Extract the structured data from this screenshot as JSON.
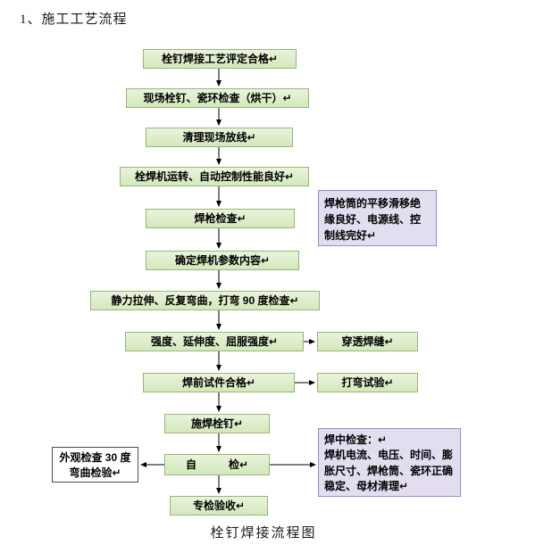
{
  "page": {
    "heading": "1、施工工艺流程",
    "caption": "栓钉焊接流程图"
  },
  "flow": {
    "steps": [
      {
        "label": "栓钉焊接工艺评定合格↵"
      },
      {
        "label": "现场栓钉、瓷环检查（烘干）↵"
      },
      {
        "label": "清理现场放线↵"
      },
      {
        "label": "栓焊机运转、自动控制性能良好↵"
      },
      {
        "label": "焊枪检查↵"
      },
      {
        "label": "确定焊机参数内容↵"
      },
      {
        "label": "静力拉伸、反复弯曲，打弯 90 度检查↵"
      },
      {
        "label": "强度、延伸度、屈服强度↵"
      },
      {
        "label": "焊前试件合格↵"
      },
      {
        "label": "施焊栓钉↵"
      },
      {
        "label": "自　　　检↵"
      },
      {
        "label": "专检验收↵"
      }
    ],
    "notes": {
      "gun": "焊枪筒的平移滑移绝缘良好、电源线、控制线完好↵",
      "penetration": "穿透焊缝↵",
      "bend": "打弯试验↵",
      "appearance_line1": "外观检查 30",
      "appearance_line2": "度弯曲检验↵",
      "mid_title": "焊中检查：↵",
      "mid_body": "焊机电流、电压、时间、膨胀尺寸、焊枪筒、瓷环正确稳定、母材清理↵"
    }
  },
  "colors": {
    "step_fill": "#d9eac2",
    "step_border": "#9ab579",
    "note_fill": "#e3ddf0",
    "note_border": "#9c8bc8",
    "plain_border": "#4d4d4d",
    "arrow": "#000000"
  }
}
